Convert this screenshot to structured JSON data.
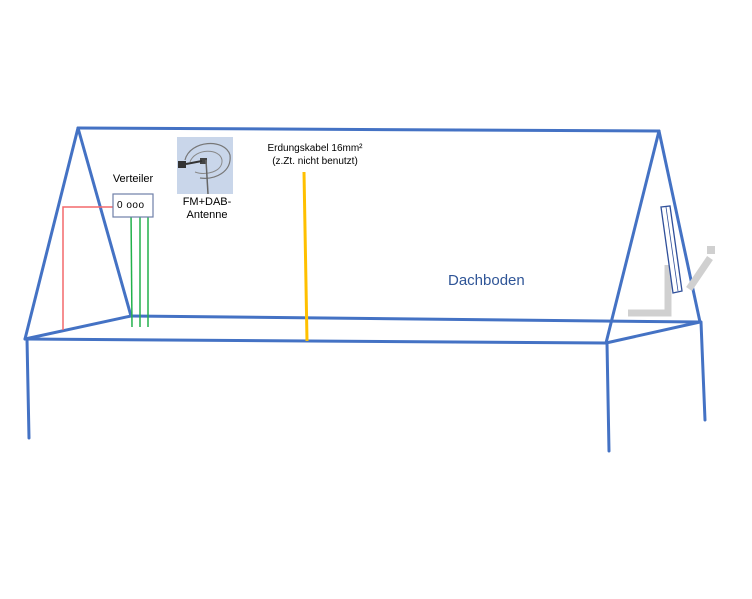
{
  "labels": {
    "distributor": "Verteiler",
    "distributor_ports": "0 ooo",
    "antenna_line1": "FM+DAB-",
    "antenna_line2": "Antenne",
    "ground_line1": "Erdungskabel 16mm²",
    "ground_line2": "(z.Zt. nicht benutzt)",
    "attic": "Dachboden"
  },
  "colors": {
    "structure": "#4472c4",
    "power_cable": "#f4696b",
    "antenna_cables": "#22b14c",
    "ground_cable": "#ffc000",
    "mount": "#d0d0d0",
    "attic_text": "#2f5597"
  }
}
